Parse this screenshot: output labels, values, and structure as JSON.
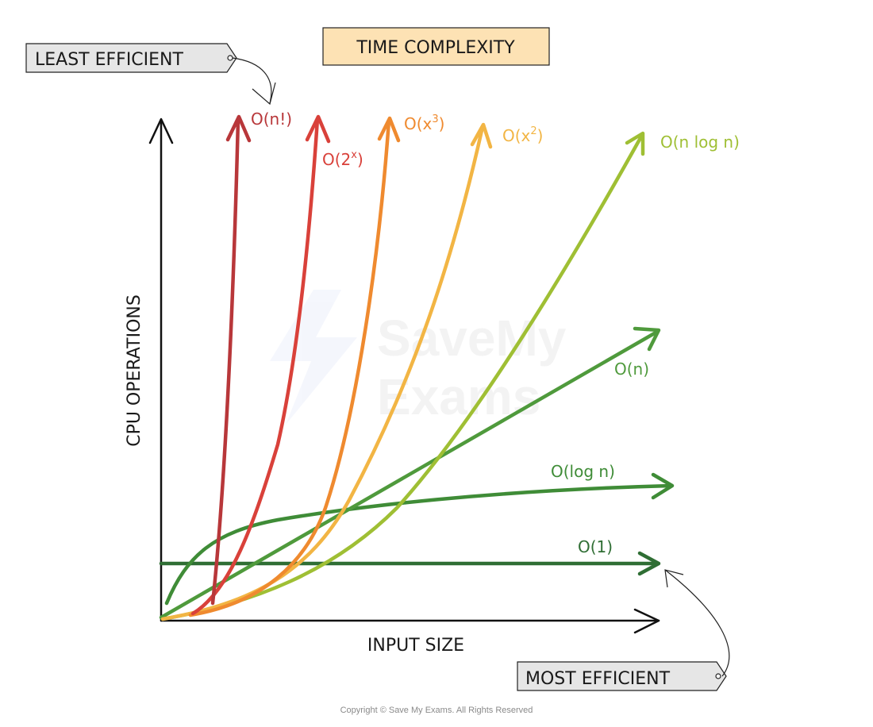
{
  "title": "TIME COMPLEXITY",
  "tags": {
    "least_efficient": "LEAST EFFICIENT",
    "most_efficient": "MOST EFFICIENT"
  },
  "axes": {
    "y_label": "CPU OPERATIONS",
    "x_label": "INPUT SIZE"
  },
  "curves": [
    {
      "id": "factorial",
      "label": "O(n!)",
      "color": "#b8373a"
    },
    {
      "id": "exponential",
      "label": "O(2x)",
      "label_main": "O(2",
      "label_sup": "x",
      "label_end": ")",
      "color": "#d9413a"
    },
    {
      "id": "cubic",
      "label": "O(x3)",
      "label_main": "O(x",
      "label_sup": "3",
      "label_end": ")",
      "color": "#ef8a2f"
    },
    {
      "id": "quadratic",
      "label": "O(x2)",
      "label_main": "O(x",
      "label_sup": "2",
      "label_end": ")",
      "color": "#f2b544"
    },
    {
      "id": "linearithmic",
      "label": "O(n log n)",
      "color": "#9fbf34"
    },
    {
      "id": "linear",
      "label": "O(n)",
      "color": "#4f9a3c"
    },
    {
      "id": "logarithmic",
      "label": "O(log n)",
      "color": "#3f8c37"
    },
    {
      "id": "constant",
      "label": "O(1)",
      "color": "#2f6e34"
    }
  ],
  "watermark": {
    "line1": "SaveMy",
    "line2": "Exams"
  },
  "copyright": "Copyright © Save My Exams. All Rights Reserved",
  "colors": {
    "title_bg": "#fde2b4",
    "tag_bg": "#e6e6e6",
    "axis": "#111111"
  }
}
